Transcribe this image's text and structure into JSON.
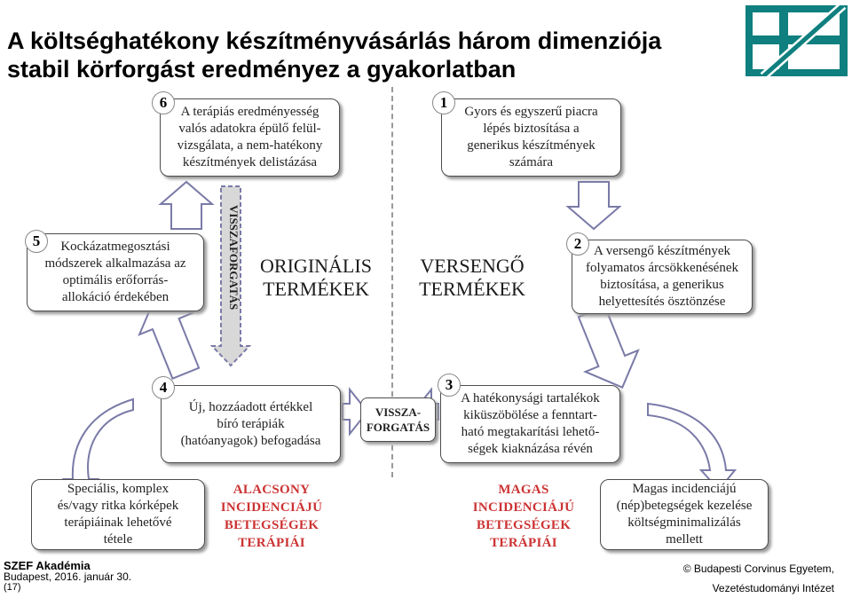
{
  "title": [
    "A költséghatékony készítményvásárlás három dimenziója",
    "stabil körforgást eredményez a gyakorlatban"
  ],
  "steps": {
    "s6": {
      "num": "6",
      "lines": [
        "A terápiás eredményesség",
        "valós adatokra épülő felül-",
        "vizsgálata, a nem-hatékony",
        "készítmények delistázása"
      ]
    },
    "s1": {
      "num": "1",
      "lines": [
        "Gyors és egyszerű piacra",
        "lépés biztosítása a",
        "generikus készítmények",
        "számára"
      ]
    },
    "s5": {
      "num": "5",
      "lines": [
        "Kockázatmegosztási",
        "módszerek alkalmazása az",
        "optimális erőforrás-",
        "allokáció érdekében"
      ]
    },
    "s2": {
      "num": "2",
      "lines": [
        "A versengő készítmények",
        "folyamatos árcsökkenésének",
        "biztosítása, a generikus",
        "helyettesítés ösztönzése"
      ]
    },
    "s4": {
      "num": "4",
      "lines": [
        "Új, hozzáadott értékkel",
        "bíró terápiák",
        "(hatóanyagok) befogadása"
      ]
    },
    "s3": {
      "num": "3",
      "lines": [
        "A hatékonysági tartalékok",
        "kiküszöbölése a fenntart-",
        "ható megtakarítási lehető-",
        "ségek kiaknázása révén"
      ]
    }
  },
  "center": {
    "original": [
      "ORIGINÁLIS",
      "TERMÉKEK"
    ],
    "competing": [
      "VERSENGŐ",
      "TERMÉKEK"
    ],
    "recycle_vertical": "VISSZAFORGATÁS",
    "recycle_box": [
      "VISSZA-",
      "FORGATÁS"
    ]
  },
  "bottom": {
    "special": [
      "Speciális, komplex",
      "és/vagy ritka kórképek",
      "terápiáinak lehetővé",
      "tétele"
    ],
    "low": [
      "ALACSONY",
      "INCIDENCIÁJÚ",
      "BETEGSÉGEK",
      "TERÁPIÁI"
    ],
    "high": [
      "MAGAS",
      "INCIDENCIÁJÚ",
      "BETEGSÉGEK",
      "TERÁPIÁI"
    ],
    "mass": [
      "Magas incidenciájú",
      "(nép)betegségek kezelése",
      "költségminimalizálás",
      "mellett"
    ]
  },
  "footer": {
    "org": "SZEF Akadémia",
    "date": "Budapest, 2016. január 30.",
    "page": "(17)",
    "copyright": "© Budapesti Corvinus Egyetem,",
    "institute": "Vezetéstudományi Intézet"
  },
  "colors": {
    "arrow_fill": "#ffffff",
    "arrow_stroke": "#7a7aa8",
    "logo": "#0f7f7f",
    "incid": "#cc3333"
  }
}
